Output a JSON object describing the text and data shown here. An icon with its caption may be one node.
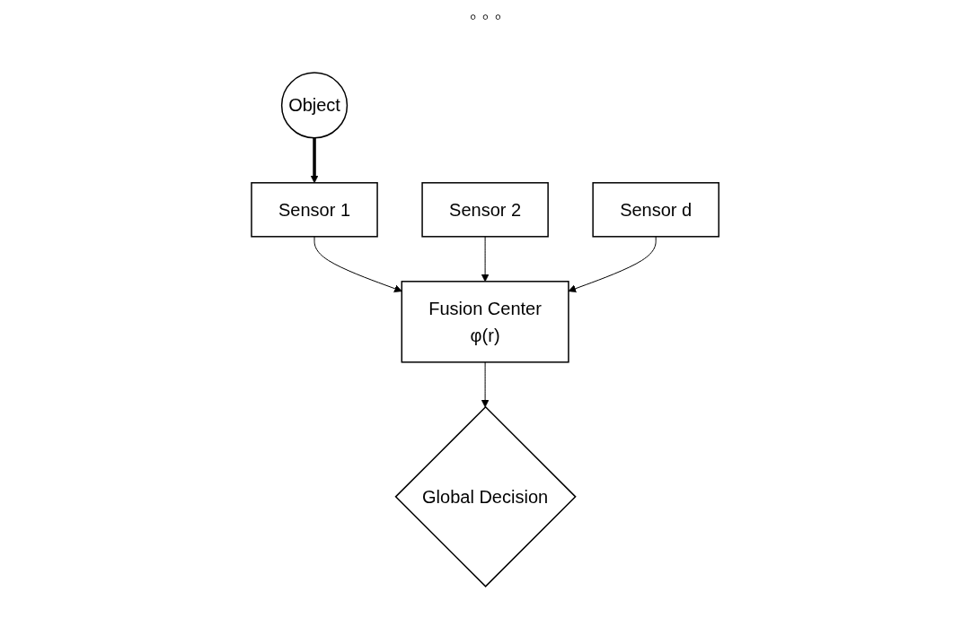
{
  "diagram": {
    "nodes": [
      {
        "text": [
          "Object"
        ]
      },
      {
        "text": [
          "Sensor 1"
        ]
      },
      {
        "text": [
          "Sensor 2"
        ]
      },
      {
        "text": [
          "Sensor d"
        ]
      },
      {
        "text": [
          "Fusion Center",
          "φ(r)"
        ]
      },
      {
        "text": [
          "Global Decision"
        ]
      }
    ],
    "edges": [
      {
        "from": 0,
        "to": 1,
        "arrow": "to",
        "style": "thick"
      },
      {
        "from": 1,
        "to": 4,
        "arrow": "to"
      },
      {
        "from": 2,
        "to": 4,
        "arrow": "to"
      },
      {
        "from": 3,
        "to": 4,
        "arrow": "to"
      },
      {
        "from": 4,
        "to": 5,
        "arrow": "to"
      }
    ],
    "labels": [
      "◦ ◦ ◦"
    ]
  }
}
